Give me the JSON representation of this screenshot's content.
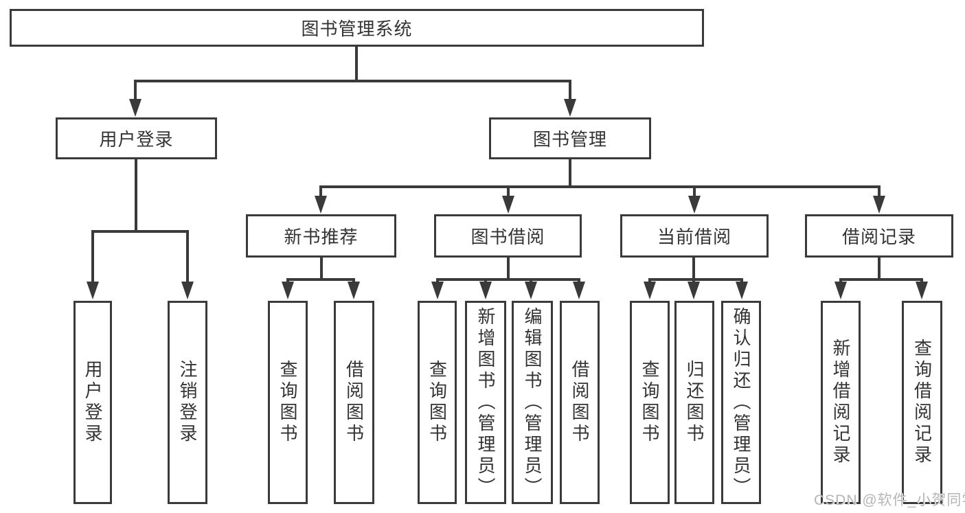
{
  "tree": {
    "title": "图书管理系统",
    "branches": [
      {
        "label": "用户登录",
        "children": [
          "用户登录",
          "注销登录"
        ]
      },
      {
        "label": "图书管理",
        "groups": [
          {
            "label": "新书推荐",
            "children": [
              "查询图书",
              "借阅图书"
            ]
          },
          {
            "label": "图书借阅",
            "children": [
              "查询图书",
              "新增图书（管理员）",
              "编辑图书（管理员）",
              "借阅图书"
            ]
          },
          {
            "label": "当前借阅",
            "children": [
              "查询图书",
              "归还图书",
              "确认归还（管理员）"
            ]
          },
          {
            "label": "借阅记录",
            "children": [
              "新增借阅记录",
              "查询借阅记录"
            ]
          }
        ]
      }
    ]
  },
  "watermark": "CSDN @软件_小贺同学",
  "colors": {
    "line": "#3a3a3a",
    "text": "#333333",
    "watermark": "#b5b5b5",
    "background": "#ffffff"
  }
}
